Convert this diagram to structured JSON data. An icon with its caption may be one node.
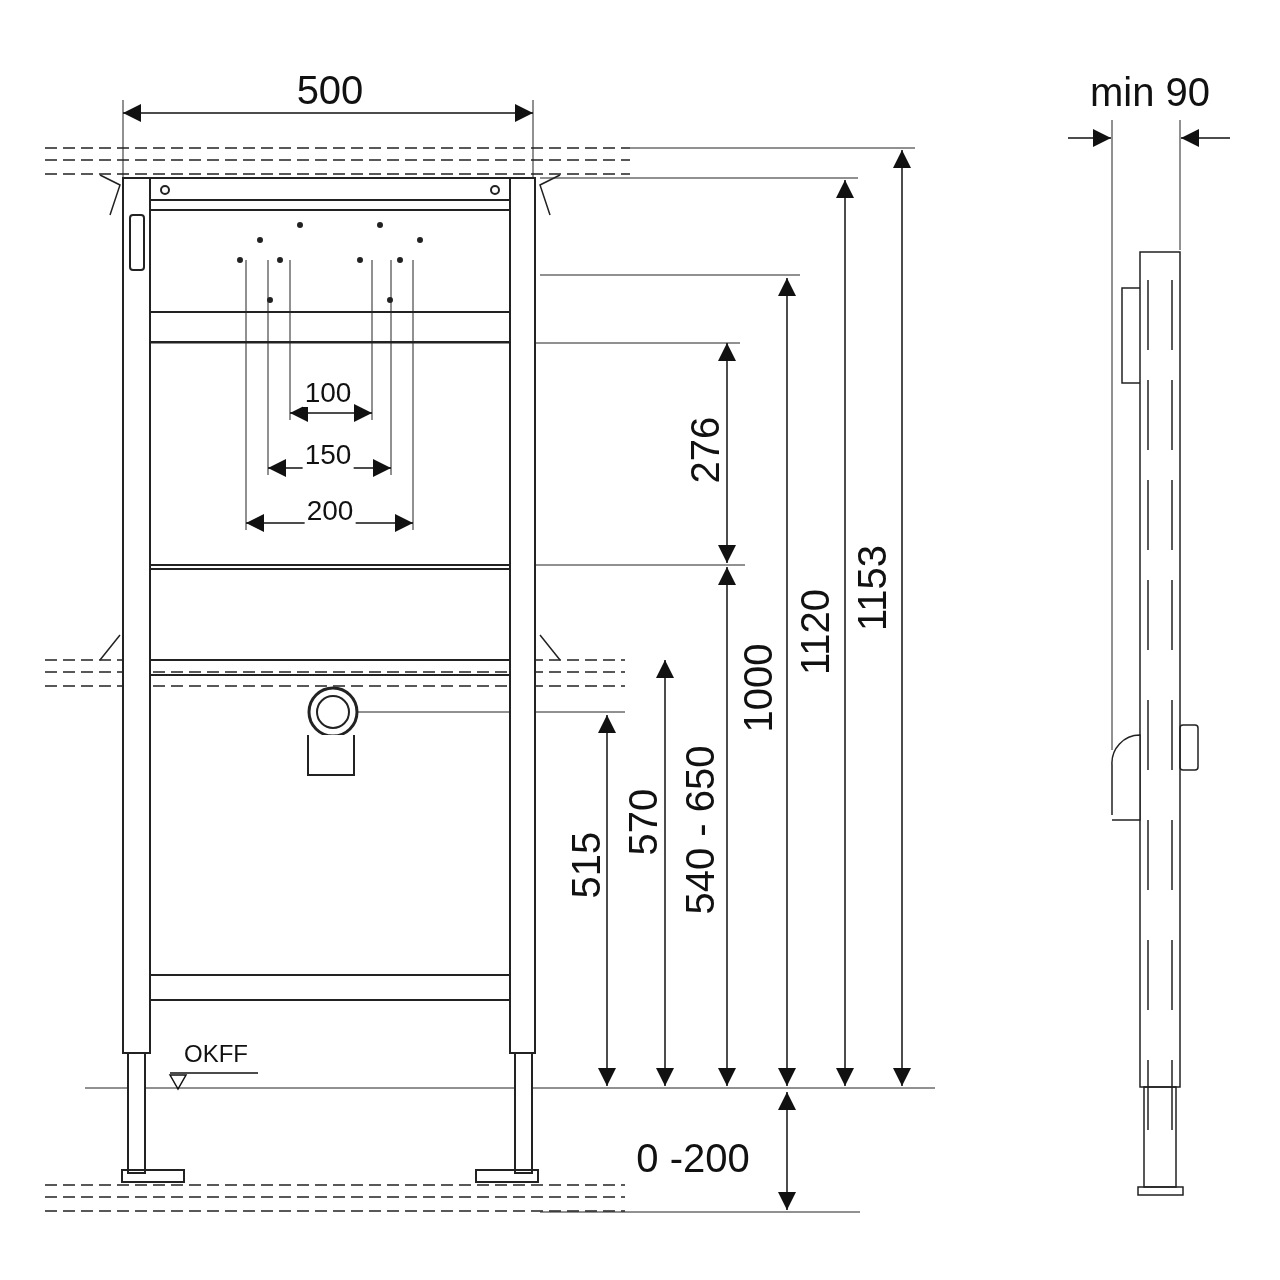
{
  "diagram": {
    "labels": [
      "500",
      "min 90",
      "100",
      "150",
      "200",
      "276",
      "1153",
      "1120",
      "1000",
      "540 - 650",
      "570",
      "515",
      "OKFF",
      "0 -200"
    ]
  }
}
